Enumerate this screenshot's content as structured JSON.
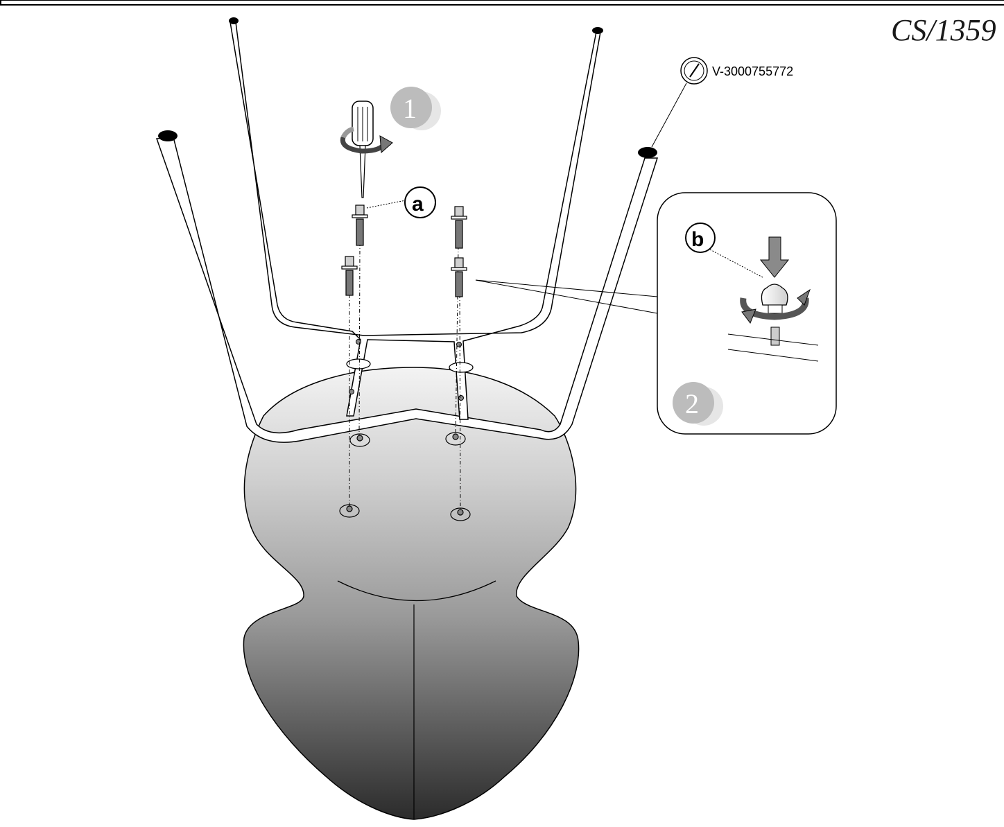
{
  "document_code": "CS/1359",
  "part_number": "V-3000755772",
  "callouts": {
    "a": "a",
    "b": "b"
  },
  "steps": {
    "one": "1",
    "two": "2"
  },
  "colors": {
    "seat_top": "#efefef",
    "seat_bottom": "#2b2b2b",
    "step_badge": "#b9b9b9",
    "arrow_gray": "#8a8a8a"
  },
  "icons": [
    "screwdriver-icon",
    "rotate-arrow-icon",
    "push-down-arrow-icon",
    "tool-rotate-badge-icon"
  ]
}
